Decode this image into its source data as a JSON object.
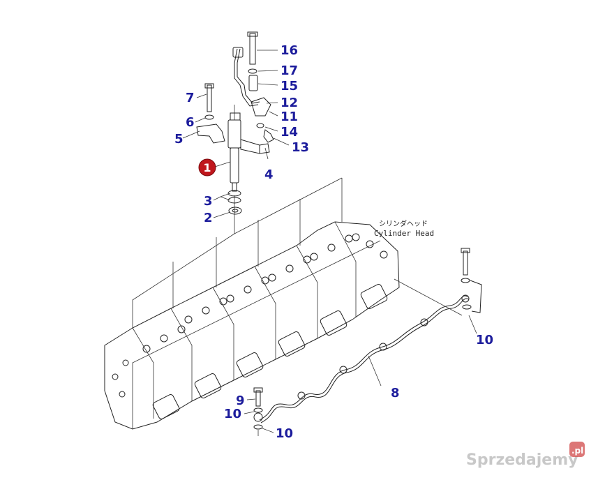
{
  "cylinder_head_label": {
    "jp": "シリンダヘッド",
    "en": "Cylinder Head"
  },
  "callouts": {
    "c1": "1",
    "c2": "2",
    "c3": "3",
    "c4": "4",
    "c5": "5",
    "c6": "6",
    "c7": "7",
    "c8": "8",
    "c9": "9",
    "c10a": "10",
    "c10b": "10",
    "c10c": "10",
    "c11": "11",
    "c12": "12",
    "c13": "13",
    "c14": "14",
    "c15": "15",
    "c16": "16",
    "c17": "17"
  },
  "watermark": {
    "brand": "Sprzedajemy",
    "suffix": ".pl"
  },
  "colors": {
    "callout": "#1c1c9c",
    "badge": "#c0161c",
    "line": "#222222"
  }
}
